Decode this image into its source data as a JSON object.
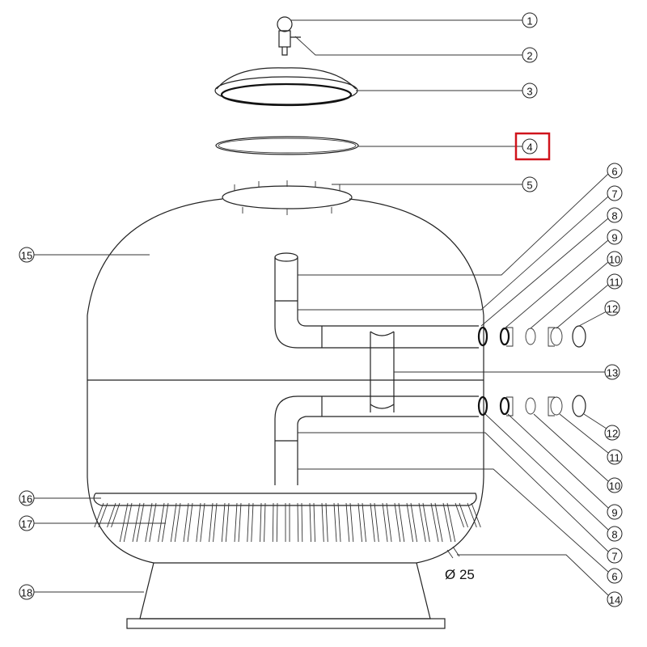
{
  "diagram": {
    "highlight_color": "#d0141c",
    "highlighted_callout": "4",
    "callouts": {
      "c1": "1",
      "c2": "2",
      "c3": "3",
      "c4": "4",
      "c5": "5",
      "c6a": "6",
      "c7a": "7",
      "c8a": "8",
      "c9a": "9",
      "c10a": "10",
      "c11a": "11",
      "c12a": "12",
      "c13": "13",
      "c12b": "12",
      "c11b": "11",
      "c10b": "10",
      "c9b": "9",
      "c8b": "8",
      "c7b": "7",
      "c6b": "6",
      "c14": "14",
      "c15": "15",
      "c16": "16",
      "c17": "17",
      "c18": "18"
    },
    "dimension_label": "Ø 25"
  }
}
